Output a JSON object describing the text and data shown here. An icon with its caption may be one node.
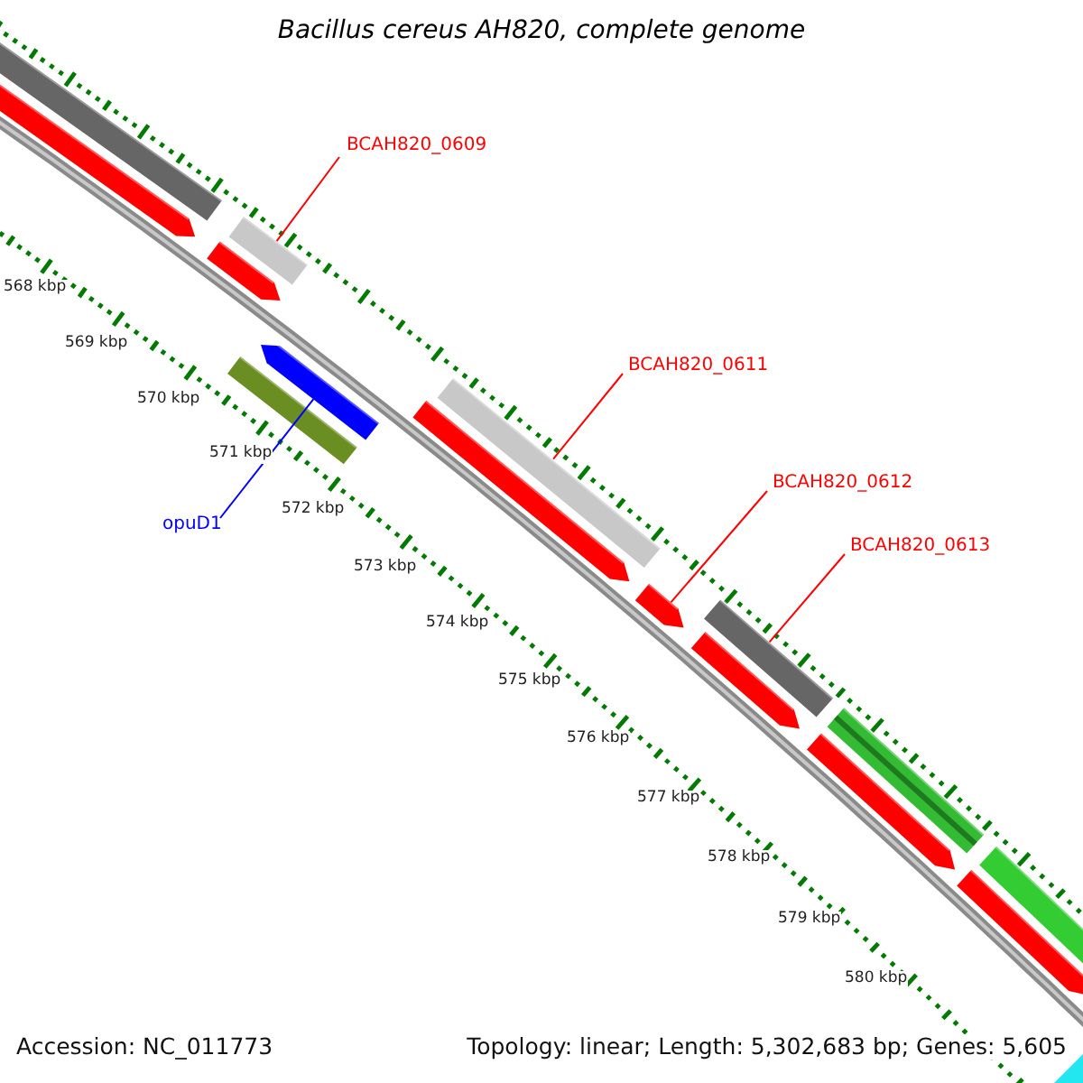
{
  "diagram": {
    "title": "Bacillus cereus AH820, complete genome",
    "nodes": [
      {
        "text": [
          "BCAH820_0609"
        ]
      },
      {
        "text": [
          "BCAH820_0611"
        ]
      },
      {
        "text": [
          "BCAH820_0612"
        ]
      },
      {
        "text": [
          "BCAH820_0613"
        ]
      },
      {
        "text": [
          "opuD1"
        ]
      },
      {
        "text": [],
        "shape": "bar"
      },
      {
        "text": [],
        "shape": "bar"
      },
      {
        "text": [],
        "shape": "bar"
      },
      {
        "text": [],
        "shape": "bar"
      },
      {
        "text": [],
        "shape": "bar"
      }
    ],
    "edges": [
      {
        "from": 0,
        "to": 5,
        "arrow": "none"
      },
      {
        "from": 1,
        "to": 7,
        "arrow": "none"
      },
      {
        "from": 2,
        "to": 8,
        "arrow": "none"
      },
      {
        "from": 3,
        "to": 9,
        "arrow": "none"
      },
      {
        "from": 4,
        "to": 6,
        "arrow": "none",
        "color": "#0000ff"
      }
    ],
    "labels": [
      "568 kbp",
      "569 kbp",
      "570 kbp",
      "571 kbp",
      "572 kbp",
      "573 kbp",
      "574 kbp",
      "575 kbp",
      "576 kbp",
      "577 kbp",
      "578 kbp",
      "579 kbp",
      "580 kbp",
      "Accession: NC_011773",
      "Topology: linear; Length: 5,302,683 bp; Genes: 5,605"
    ]
  }
}
